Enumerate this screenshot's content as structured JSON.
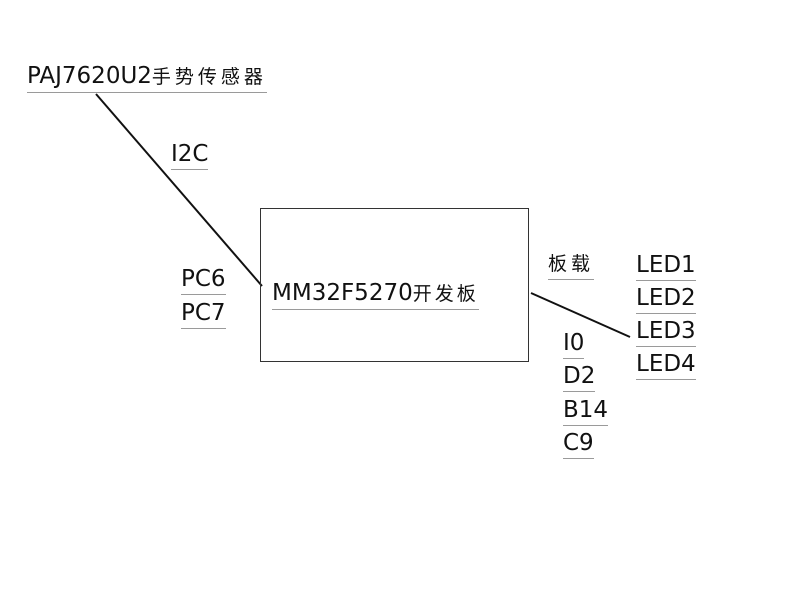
{
  "sensor": {
    "model": "PAJ7620U2",
    "name_cn": "手势传感器"
  },
  "bus_label": "I2C",
  "mcu_pins": [
    "PC6",
    "PC7"
  ],
  "board": {
    "model": "MM32F5270",
    "name_cn": "开发板"
  },
  "onboard_label": "板载",
  "led_pins": [
    "I0",
    "D2",
    "B14",
    "C9"
  ],
  "leds": [
    "LED1",
    "LED2",
    "LED3",
    "LED4"
  ],
  "colors": {
    "line": "#111111",
    "underline": "#9a9a9a",
    "box_border": "#333333"
  }
}
